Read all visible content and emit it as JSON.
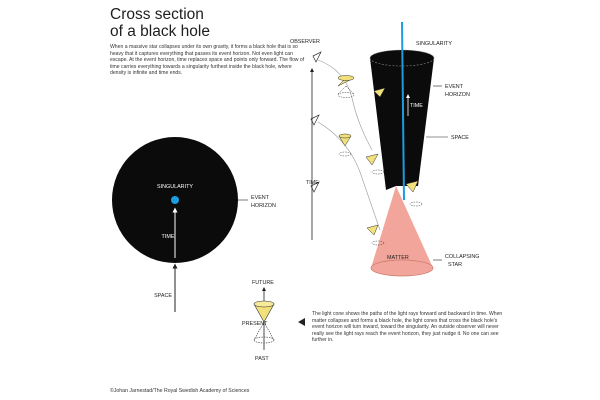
{
  "title_line1": "Cross section",
  "title_line2": "of a black hole",
  "intro": "When a massive star collapses under its own gravity, it forms a black hole that is so heavy that it captures everything that passes its event horizon. Not even light can escape. At the event horizon, time replaces space and points only forward. The flow of time carries everything towards a singularity furthest inside the black hole, where density is infinite and time ends.",
  "left_diagram": {
    "singularity": "SINGULARITY",
    "event_horizon_1": "EVENT",
    "event_horizon_2": "HORIZON",
    "time": "TIME",
    "space": "SPACE"
  },
  "right_diagram": {
    "observer": "OBSERVER",
    "singularity": "SINGULARITY",
    "event_horizon_1": "EVENT",
    "event_horizon_2": "HORIZON",
    "time_inside": "TIME",
    "space": "SPACE",
    "time_axis": "TIME",
    "matter": "MATTER",
    "collapsing_1": "COLLAPSING",
    "collapsing_2": "STAR"
  },
  "cone_legend": {
    "future": "FUTURE",
    "present": "PRESENT",
    "past": "PAST"
  },
  "caption": "The light cone shows the paths of the light rays forward and backward in time. When matter collapses and forms a black hole, the light cones that cross the black hole's event horizon will turn inward, toward the singularity. An outside observer will never really see the light rays reach the event horizon, they just nudge it. No one can see further in.",
  "credit": "©Johan Jarnestad/The Royal Swedish Academy of Sciences",
  "colors": {
    "black_hole": "#0b0b0b",
    "singularity": "#1a9de0",
    "matter": "#f2a59a",
    "cone": "#f2e07a"
  }
}
